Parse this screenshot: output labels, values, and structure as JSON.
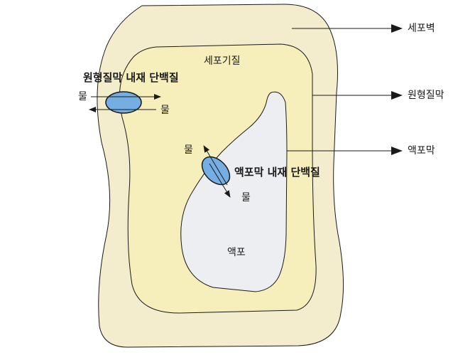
{
  "labels": {
    "cell_wall": "세포벽",
    "plasma_membrane": "원형질막",
    "tonoplast": "액포막",
    "cytoplasm": "세포기질",
    "vacuole": "액포",
    "plasma_membrane_protein": "원형질막 내재 단백질",
    "tonoplast_protein": "액포막 내재 단백질",
    "water_in_pm": "물",
    "water_out_pm": "물",
    "water_in_vac": "물",
    "water_out_vac": "물"
  },
  "colors": {
    "cell_wall": "#f4edcd",
    "cytoplasm": "#f6efbb",
    "vacuole": "#eceef1",
    "protein": "#74aee2",
    "outline": "#1a1a1a"
  }
}
